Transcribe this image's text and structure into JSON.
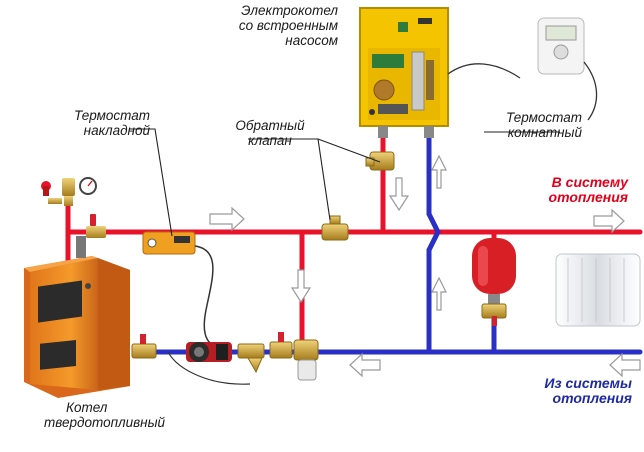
{
  "labels": {
    "electric_boiler": [
      "Электрокотел",
      "со встроенным",
      "насосом"
    ],
    "room_thermostat": [
      "Термостат",
      "комнатный"
    ],
    "clamp_thermostat": [
      "Термостат",
      "накладной"
    ],
    "check_valve": [
      "Обратный",
      "клапан"
    ],
    "to_system": [
      "В систему",
      "отопления"
    ],
    "from_system": [
      "Из системы",
      "отопления"
    ],
    "solid_boiler": [
      "Котел",
      "твердотопливный"
    ]
  },
  "colors": {
    "supply_pipe": "#e8122a",
    "return_pipe": "#2a2fc6",
    "boiler_body": "#f28a1c",
    "electric_boiler_body": "#f5c400",
    "expansion_tank": "#d81f26",
    "brass": "#c9a227",
    "arrow_fill": "#ffffff",
    "arrow_stroke": "#9a9a9a",
    "leader_line": "#222222"
  },
  "icons": [
    "pressure-gauge-icon",
    "ball-valve-icon",
    "circulation-pump-icon",
    "radiator-icon",
    "expansion-tank-icon",
    "wall-thermostat-icon"
  ]
}
